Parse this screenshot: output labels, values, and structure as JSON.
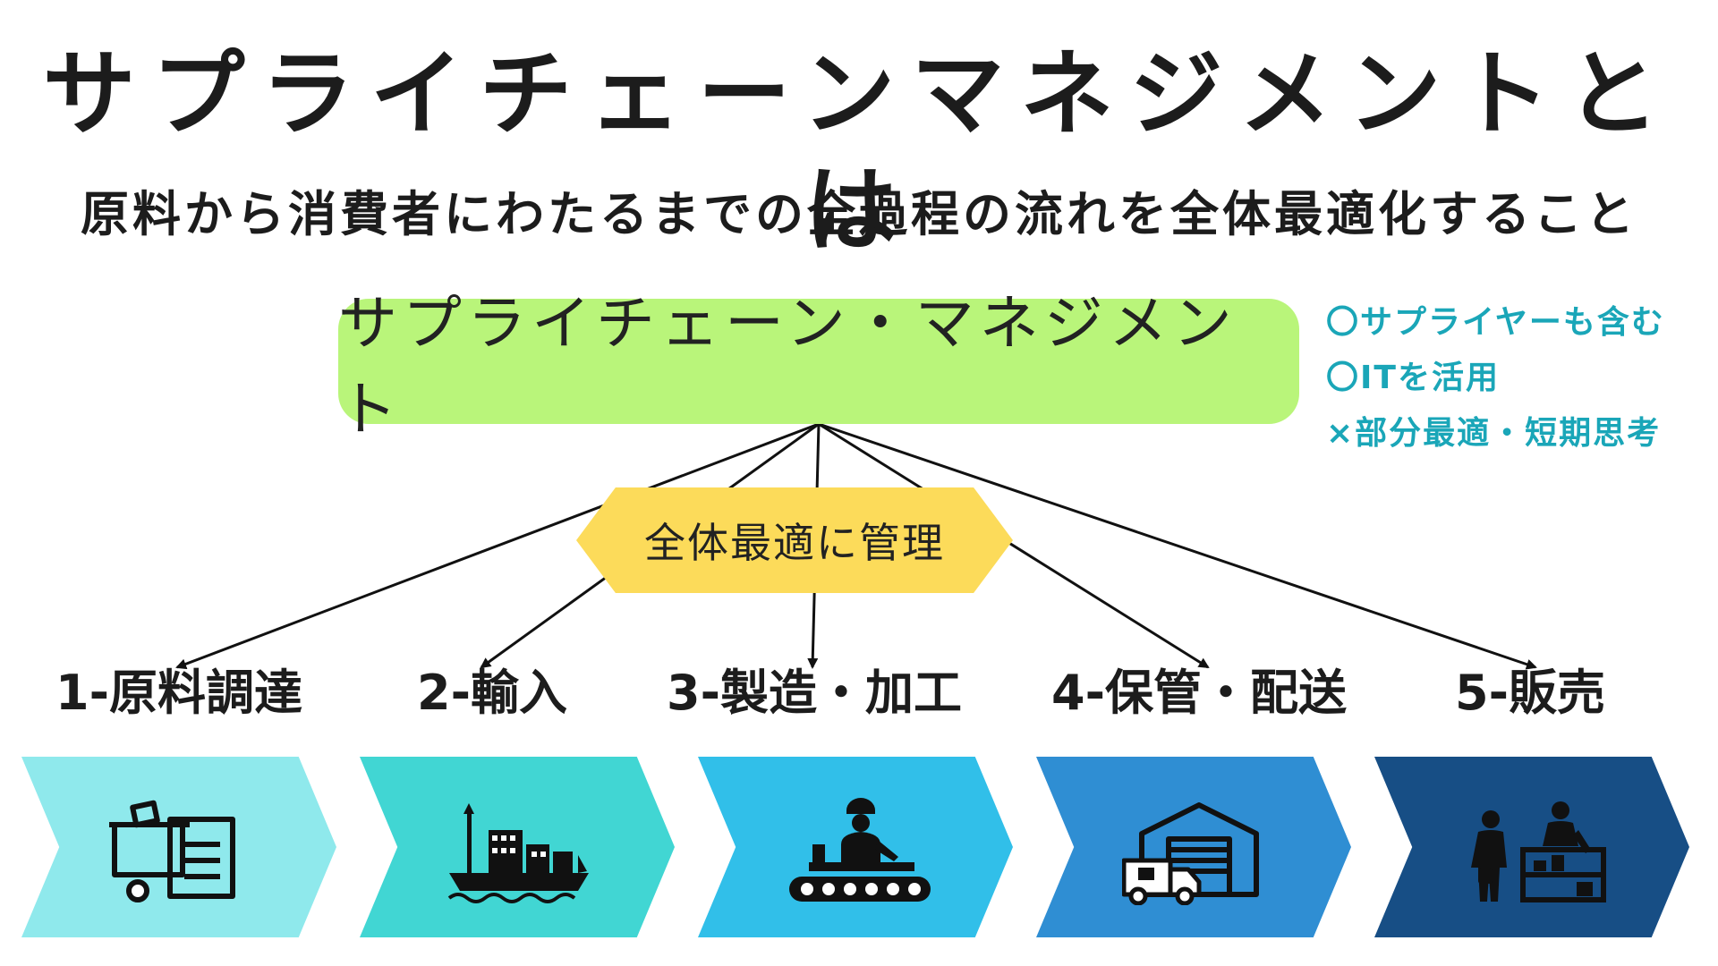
{
  "title": "サプライチェーンマネジメントとは",
  "subtitle": "原料から消費者にわたるまでの全過程の流れを全体最適化すること",
  "center_box": {
    "label": "サプライチェーン・マネジメント",
    "color": "#b9f57a"
  },
  "notes": [
    "〇サプライヤーも含む",
    "〇ITを活用",
    "×部分最適・短期思考"
  ],
  "notes_color": "#1aa6b8",
  "hexagon": {
    "label": "全体最適に管理",
    "color": "#fcdb5a"
  },
  "steps": [
    {
      "label": "1-原料調達",
      "color": "#8fe9ec",
      "icon": "raw-materials-icon"
    },
    {
      "label": "2-輸入",
      "color": "#41d6d3",
      "icon": "cargo-ship-icon"
    },
    {
      "label": "3-製造・加工",
      "color": "#31bfe9",
      "icon": "factory-worker-conveyor-icon"
    },
    {
      "label": "4-保管・配送",
      "color": "#2f8ed3",
      "icon": "warehouse-truck-icon"
    },
    {
      "label": "5-販売",
      "color": "#174e85",
      "icon": "shop-sales-icon"
    }
  ]
}
